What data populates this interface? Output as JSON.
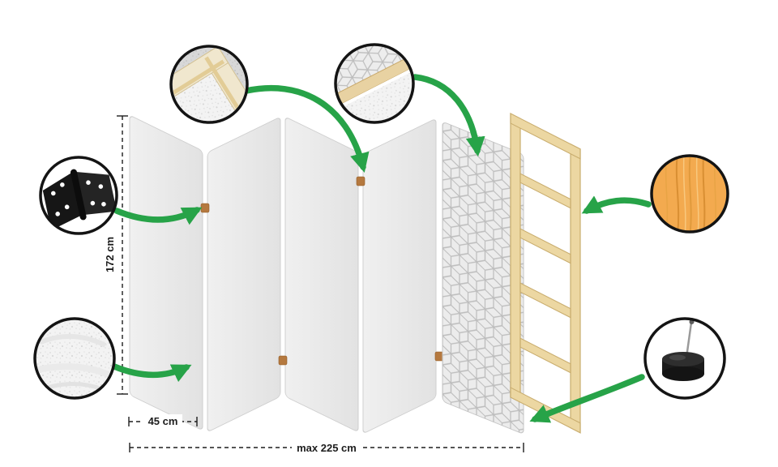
{
  "labels": {
    "height": "172 cm",
    "panel_width": "45 cm",
    "max_width": "max 225 cm"
  },
  "colors": {
    "arrow": "#27a348",
    "callout_ring": "#141414",
    "panel_fill": "#e9e9e9",
    "pattern_line": "#bdbdbd",
    "frame_wood": "#ecd7a2",
    "frame_wood_edge": "#c9ad6e",
    "wood_texture": "#f3aa4f",
    "hinge_black": "#1a1a1a",
    "dimension_line": "#1d1d1d",
    "background": "#ffffff"
  },
  "callouts": {
    "corner": {
      "icon": "frame-corner-detail-icon"
    },
    "edge": {
      "icon": "canvas-frame-edge-detail-icon"
    },
    "hinge": {
      "icon": "hinge-detail-icon"
    },
    "fabric": {
      "icon": "fabric-texture-detail-icon"
    },
    "wood": {
      "icon": "wood-grain-detail-icon"
    },
    "foot": {
      "icon": "floor-protector-foot-detail-icon"
    }
  }
}
